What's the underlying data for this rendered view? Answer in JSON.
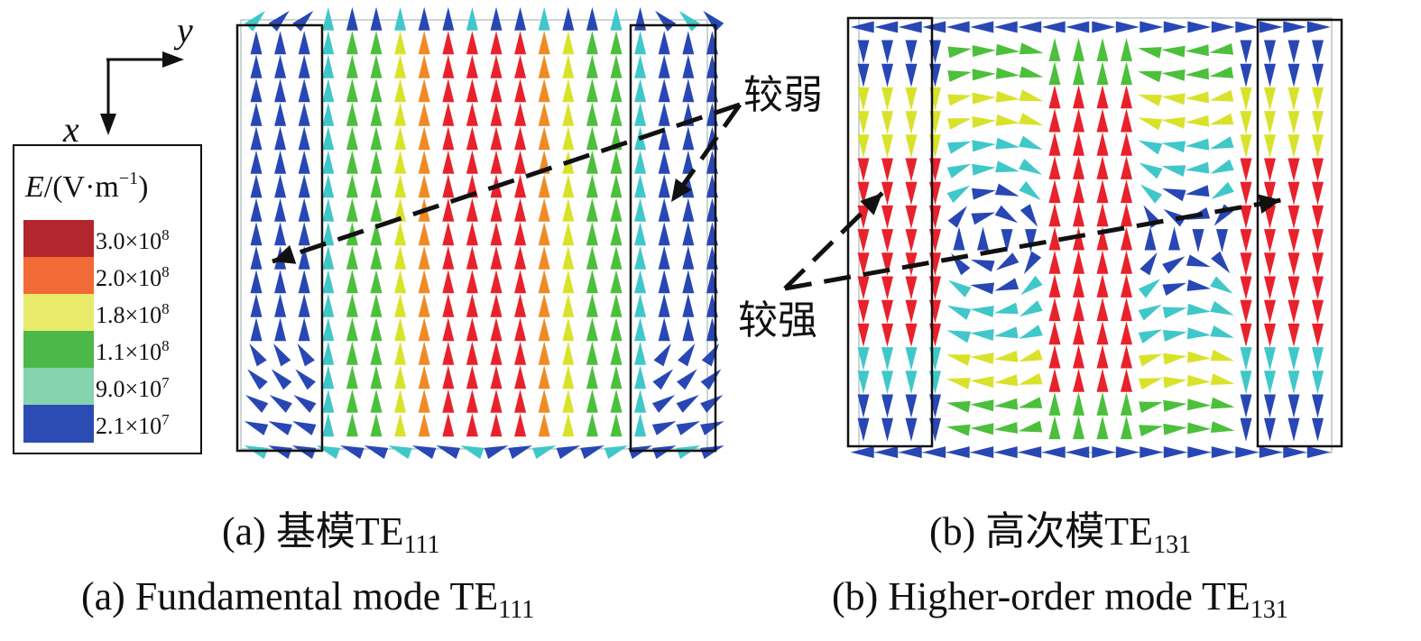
{
  "axes": {
    "x": "x",
    "y": "y"
  },
  "legend": {
    "title_var": "E",
    "title_unit": "/(V·m",
    "title_exp": "−1",
    "title_close": ")",
    "items": [
      {
        "mantissa": "3.0×10",
        "exp": "8",
        "color": "#b3262d"
      },
      {
        "mantissa": "2.0×10",
        "exp": "8",
        "color": "#f26a36"
      },
      {
        "mantissa": "1.8×10",
        "exp": "8",
        "color": "#eaea6a"
      },
      {
        "mantissa": "1.1×10",
        "exp": "8",
        "color": "#4cb84a"
      },
      {
        "mantissa": "9.0×10",
        "exp": "7",
        "color": "#86d3b0"
      },
      {
        "mantissa": "2.1×10",
        "exp": "7",
        "color": "#2b4db3"
      }
    ]
  },
  "annotations": {
    "weaker": "较弱",
    "stronger": "较强"
  },
  "panels": {
    "a": {
      "cn_prefix": "(a) 基模TE",
      "en_prefix": "(a) Fundamental mode TE",
      "sub": "111"
    },
    "b": {
      "cn_prefix": "(b) 高次模TE",
      "en_prefix": "(b) Higher-order mode TE",
      "sub": "131"
    }
  },
  "field_colors": {
    "red": "#e8212b",
    "orange": "#f08a24",
    "yellow": "#d9e22a",
    "green": "#4cbf3c",
    "cyan": "#40c7c9",
    "blue": "#2847b4"
  }
}
